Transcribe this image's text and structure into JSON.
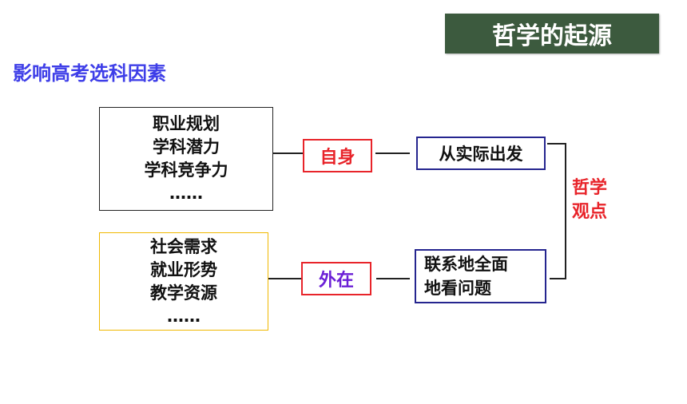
{
  "header": {
    "title": "哲学的起源"
  },
  "subtitle": "影响高考选科因素",
  "internal_factors": [
    "职业规划",
    "学科潜力",
    "学科竞争力",
    "……"
  ],
  "external_factors": [
    "社会需求",
    "就业形势",
    "教学资源",
    "……"
  ],
  "tags": {
    "self": "自身",
    "outer": "外在"
  },
  "views": {
    "practice": "从实际出发",
    "connection_line1": "联系地全面",
    "connection_line2": "地看问题"
  },
  "philosophy": {
    "line1": "哲学",
    "line2": "观点"
  },
  "colors": {
    "banner": "#3c5a3e",
    "subtitle": "#3e3ee8",
    "red": "#e8242a",
    "purple": "#6b1fd6",
    "navy": "#25258f",
    "gold": "#f0b800"
  }
}
